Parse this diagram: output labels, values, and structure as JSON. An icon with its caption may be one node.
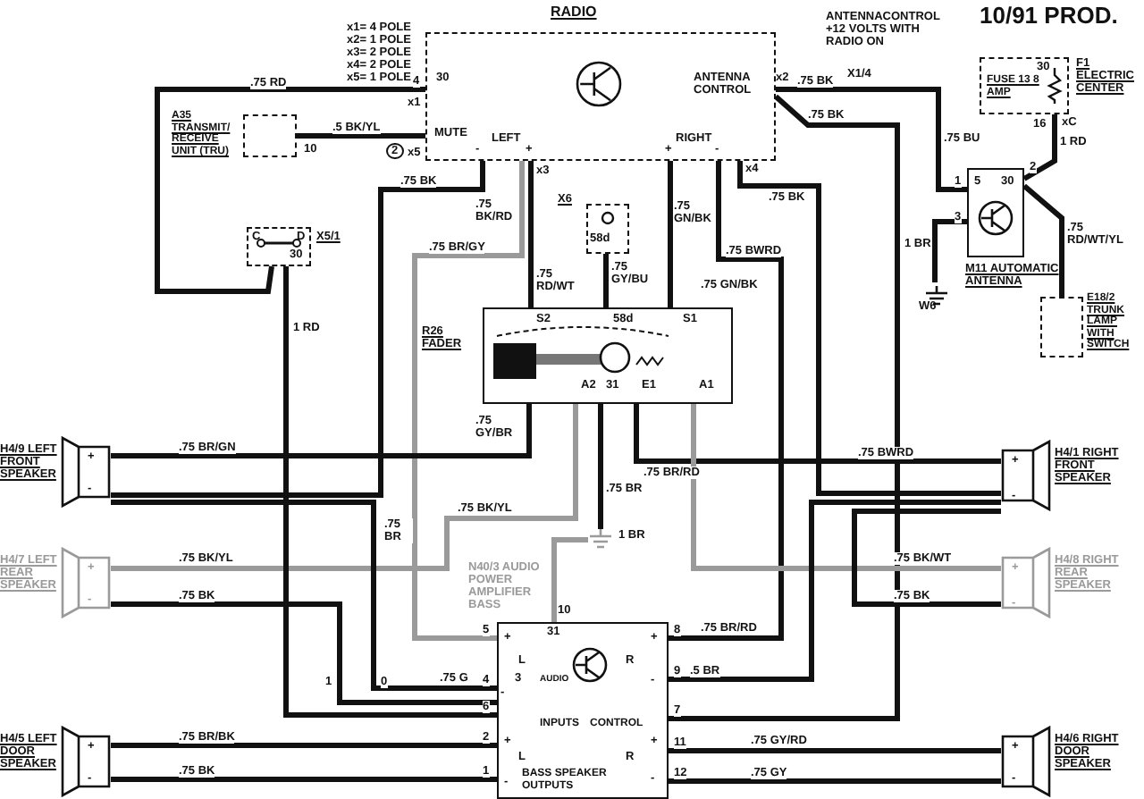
{
  "diagram": {
    "nodes": [
      {
        "text": [
          "RADIO",
          "30",
          "MUTE",
          "LEFT",
          "RIGHT",
          "ANTENNA CONTROL"
        ]
      },
      {
        "text": [
          "A35 TRANSMIT/ RECEIVE UNIT (TRU)"
        ]
      },
      {
        "text": [
          "C",
          "D",
          "X5/1",
          "30"
        ]
      },
      {
        "text": [
          "X6",
          "58d"
        ]
      },
      {
        "text": [
          "R26 FADER",
          "S2",
          "58d",
          "S1",
          "A2",
          "31",
          "E1",
          "A1"
        ]
      },
      {
        "text": [
          "5",
          "30",
          "M11 AUTOMATIC ANTENNA"
        ]
      },
      {
        "text": [
          "FUSE 13 8 AMP",
          "F1 ELECTRIC CENTER"
        ]
      },
      {
        "text": [
          "E18/2 TRUNK LAMP WITH SWITCH"
        ]
      },
      {
        "text": [
          "W6"
        ]
      },
      {
        "text": [
          "N40/3 AUDIO POWER AMPLIFIER BASS",
          "31",
          "AUDIO",
          "L",
          "R",
          "INPUTS",
          "CONTROL",
          "L",
          "R",
          "BASS SPEAKER OUTPUTS",
          "+",
          "-",
          "+",
          "-",
          "+",
          "-",
          "+",
          "-"
        ]
      },
      {
        "text": [
          "H4/9 LEFT FRONT SPEAKER",
          "+",
          "-"
        ]
      },
      {
        "text": [
          "H4/7 LEFT REAR SPEAKER",
          "+",
          "-"
        ]
      },
      {
        "text": [
          "H4/5 LEFT DOOR SPEAKER",
          "+",
          "-"
        ]
      },
      {
        "text": [
          "+",
          "-",
          "H4/1 RIGHT FRONT SPEAKER"
        ]
      },
      {
        "text": [
          "+",
          "-",
          "H4/8 RIGHT REAR SPEAKER"
        ]
      },
      {
        "text": [
          "+",
          "-",
          "H4/6 RIGHT DOOR SPEAKER"
        ]
      },
      {
        "text": [],
        "shape": "ground"
      }
    ],
    "edges": [
      {
        "from": 0,
        "to": 2,
        "arrow": "none",
        "label": ".75 RD"
      },
      {
        "from": 1,
        "to": 0,
        "arrow": "none",
        "label": ".5 BK/YL"
      },
      {
        "from": 0,
        "to": 10,
        "arrow": "none",
        "label": ".75 BK"
      },
      {
        "from": 0,
        "to": 4,
        "arrow": "none",
        "label": ".75 BK/RD"
      },
      {
        "from": 3,
        "to": 4,
        "arrow": "none",
        "label": ".75 GY/BU"
      },
      {
        "from": 0,
        "to": 4,
        "arrow": "none",
        "label": ".75 GN/BK"
      },
      {
        "from": 0,
        "to": 13,
        "arrow": "none",
        "label": ".75 BK"
      },
      {
        "from": 0,
        "to": 5,
        "arrow": "none",
        "label": ".75 BK"
      },
      {
        "from": 0,
        "to": 9,
        "arrow": "none",
        "label": ".75 BK"
      },
      {
        "from": 6,
        "to": 5,
        "arrow": "none",
        "label": "1 RD"
      },
      {
        "from": 5,
        "to": 7,
        "arrow": "none",
        "label": ".75 RD/WT/YL"
      },
      {
        "from": 5,
        "to": 8,
        "arrow": "none",
        "label": "1 BR"
      },
      {
        "from": 0,
        "to": 9,
        "arrow": "none",
        "label": ".75 BR/GY",
        "color": "#9a9a9a"
      },
      {
        "from": 0,
        "to": 9,
        "arrow": "none",
        "label": ".75 BWRD"
      },
      {
        "from": 4,
        "to": 13,
        "arrow": "none",
        "label": ".75 BR/RD"
      },
      {
        "from": 4,
        "to": 10,
        "arrow": "none",
        "label": ".75 GY/BR"
      },
      {
        "from": 4,
        "to": 11,
        "arrow": "none",
        "label": ".75 BK/YL",
        "color": "#9a9a9a"
      },
      {
        "from": 4,
        "to": 16,
        "arrow": "none",
        "label": ".75 BR"
      },
      {
        "from": 4,
        "to": 14,
        "arrow": "none",
        "label": ".75 BK/WT",
        "color": "#9a9a9a"
      },
      {
        "from": 10,
        "to": 9,
        "arrow": "none",
        "label": ".75 BR"
      },
      {
        "from": 11,
        "to": 9,
        "arrow": "none",
        "label": ".75 BK"
      },
      {
        "from": 14,
        "to": 13,
        "arrow": "none",
        "label": ".75 BK"
      },
      {
        "from": 9,
        "to": 13,
        "arrow": "none",
        "label": ".5 BR"
      },
      {
        "from": 9,
        "to": 12,
        "arrow": "none",
        "label": ".75 BR/BK"
      },
      {
        "from": 9,
        "to": 12,
        "arrow": "none",
        "label": ".75 BK"
      },
      {
        "from": 9,
        "to": 15,
        "arrow": "none",
        "label": ".75 GY/RD"
      },
      {
        "from": 9,
        "to": 15,
        "arrow": "none",
        "label": ".75 GY"
      },
      {
        "from": 2,
        "to": 9,
        "arrow": "none",
        "label": "1 RD"
      },
      {
        "from": 16,
        "to": 9,
        "arrow": "none",
        "label": "1 BR",
        "color": "#9a9a9a"
      }
    ],
    "labels": [
      "x1= 4 POLE",
      "x2= 1 POLE",
      "x3= 2 POLE",
      "x4= 2 POLE",
      "x5= 1 POLE",
      "4",
      "x1",
      "2",
      "x5",
      "x2",
      "x3",
      "x4",
      "ANTENNACONTROL +12 VOLTS WITH RADIO ON",
      "10/91 PROD.",
      "X1/4",
      ".75 BU",
      "10",
      ".75 RD/WT",
      ".75 GN/BK",
      ".75 BR/GN",
      ".75 BK/YL",
      ".75 BR/RD",
      ".75 BWRD",
      "1",
      "0",
      ".75 G",
      "1",
      "3",
      "2",
      "30",
      "16",
      "xC",
      "-",
      "+",
      "+",
      "-",
      "10",
      "5",
      "4",
      "3",
      "6",
      "2",
      "1",
      "8",
      "9",
      "7",
      "11",
      "12"
    ]
  }
}
